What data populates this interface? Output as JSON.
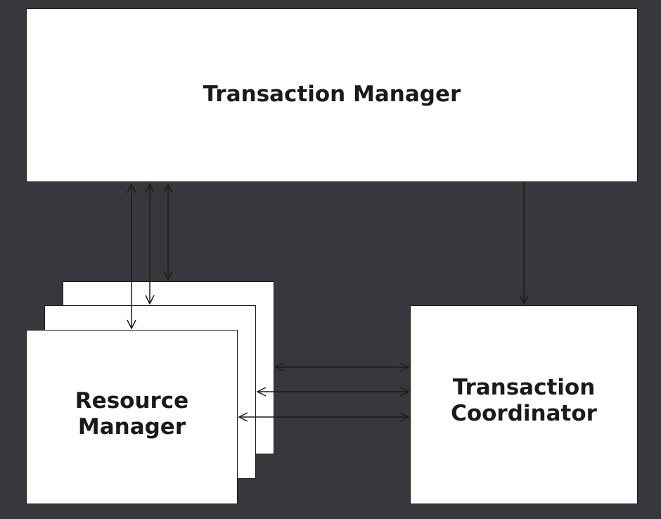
{
  "colors": {
    "background": "#36383d",
    "box_fill": "#ffffff",
    "stroke": "#1a1a1a"
  },
  "nodes": {
    "transaction_manager": {
      "label": "Transaction Manager"
    },
    "resource_manager": {
      "label_line1": "Resource",
      "label_line2": "Manager"
    },
    "transaction_coordinator": {
      "label_line1": "Transaction",
      "label_line2": "Coordinator"
    }
  },
  "edges": [
    {
      "from": "transaction_manager",
      "to": "resource_manager",
      "direction": "both"
    },
    {
      "from": "transaction_manager",
      "to": "resource_manager",
      "direction": "both"
    },
    {
      "from": "transaction_manager",
      "to": "resource_manager",
      "direction": "both"
    },
    {
      "from": "transaction_manager",
      "to": "transaction_coordinator",
      "direction": "forward"
    },
    {
      "from": "resource_manager",
      "to": "transaction_coordinator",
      "direction": "both"
    },
    {
      "from": "resource_manager",
      "to": "transaction_coordinator",
      "direction": "both"
    },
    {
      "from": "resource_manager",
      "to": "transaction_coordinator",
      "direction": "both"
    }
  ]
}
